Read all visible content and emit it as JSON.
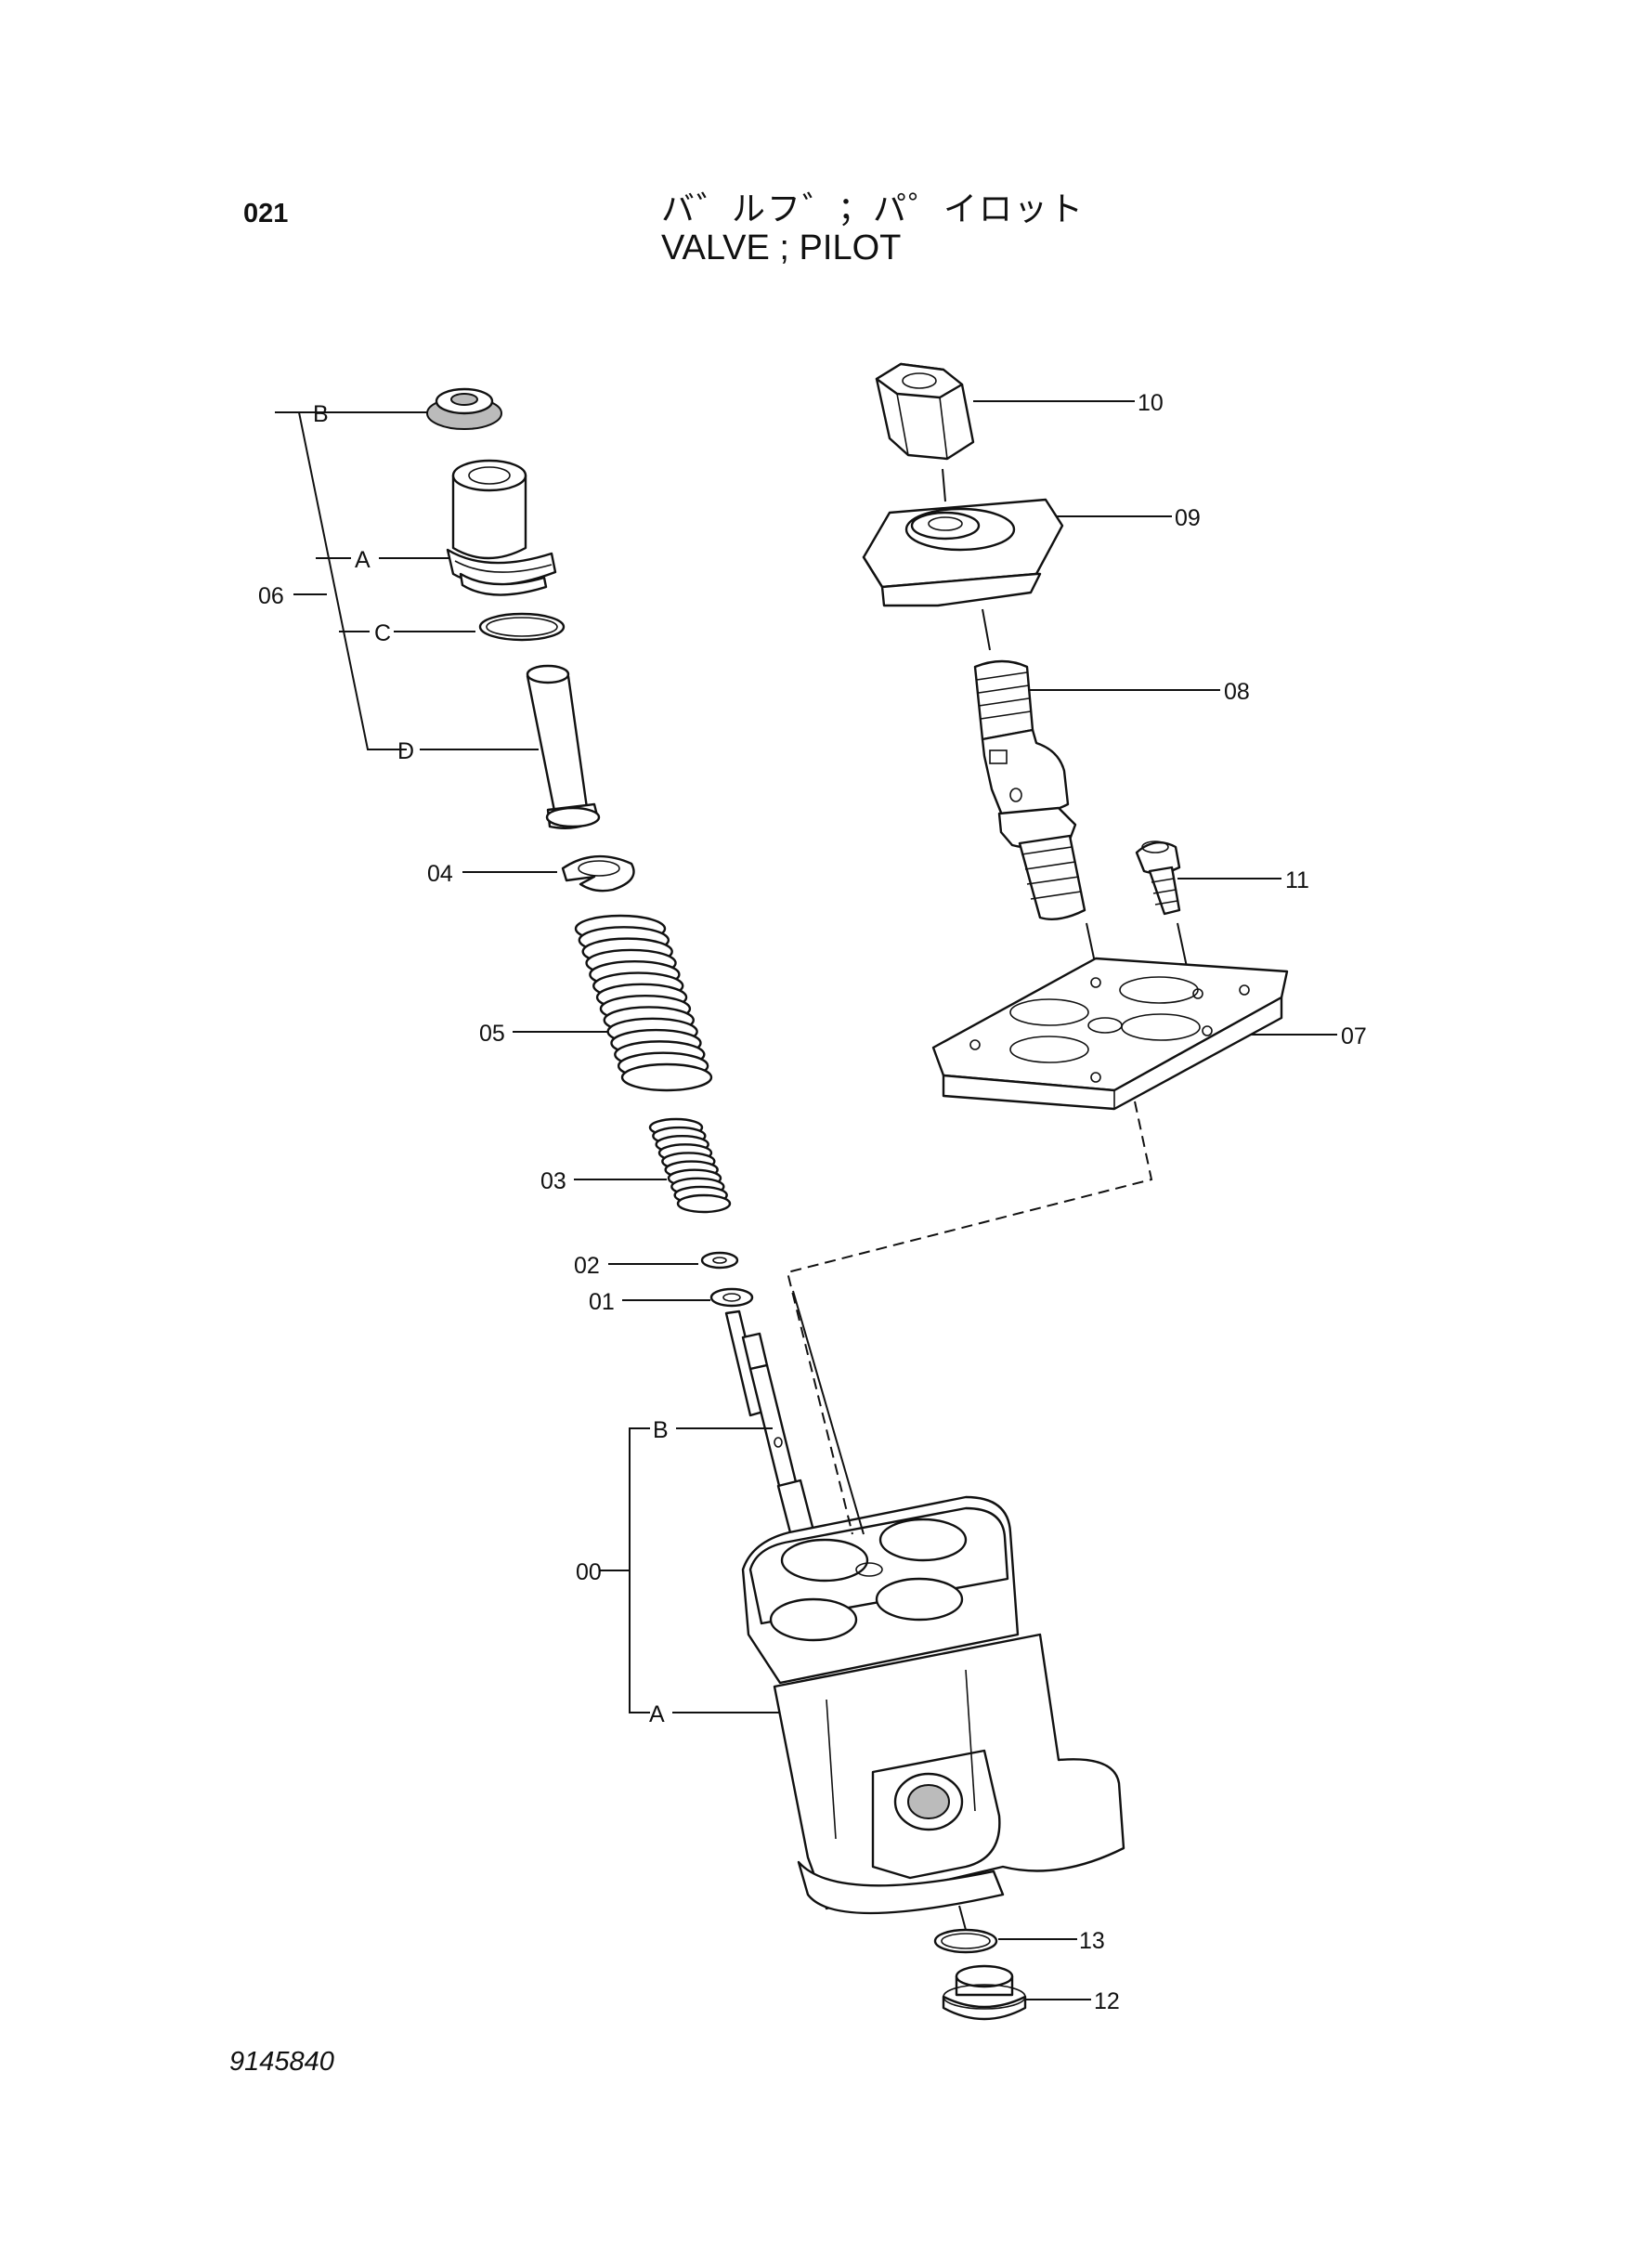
{
  "header": {
    "page_number": "021",
    "title_jp": "バ゛ルフ゛；パ゜イロット",
    "title_en": "VALVE ; PILOT"
  },
  "footer": {
    "drawing_number": "9145840"
  },
  "callouts": {
    "p00": "00",
    "p01": "01",
    "p02": "02",
    "p03": "03",
    "p04": "04",
    "p05": "05",
    "p06": "06",
    "p07": "07",
    "p08": "08",
    "p09": "09",
    "p10": "10",
    "p11": "11",
    "p12": "12",
    "p13": "13",
    "s06a": "A",
    "s06b": "B",
    "s06c": "C",
    "s06d": "D",
    "s00a": "A",
    "s00b": "B"
  }
}
